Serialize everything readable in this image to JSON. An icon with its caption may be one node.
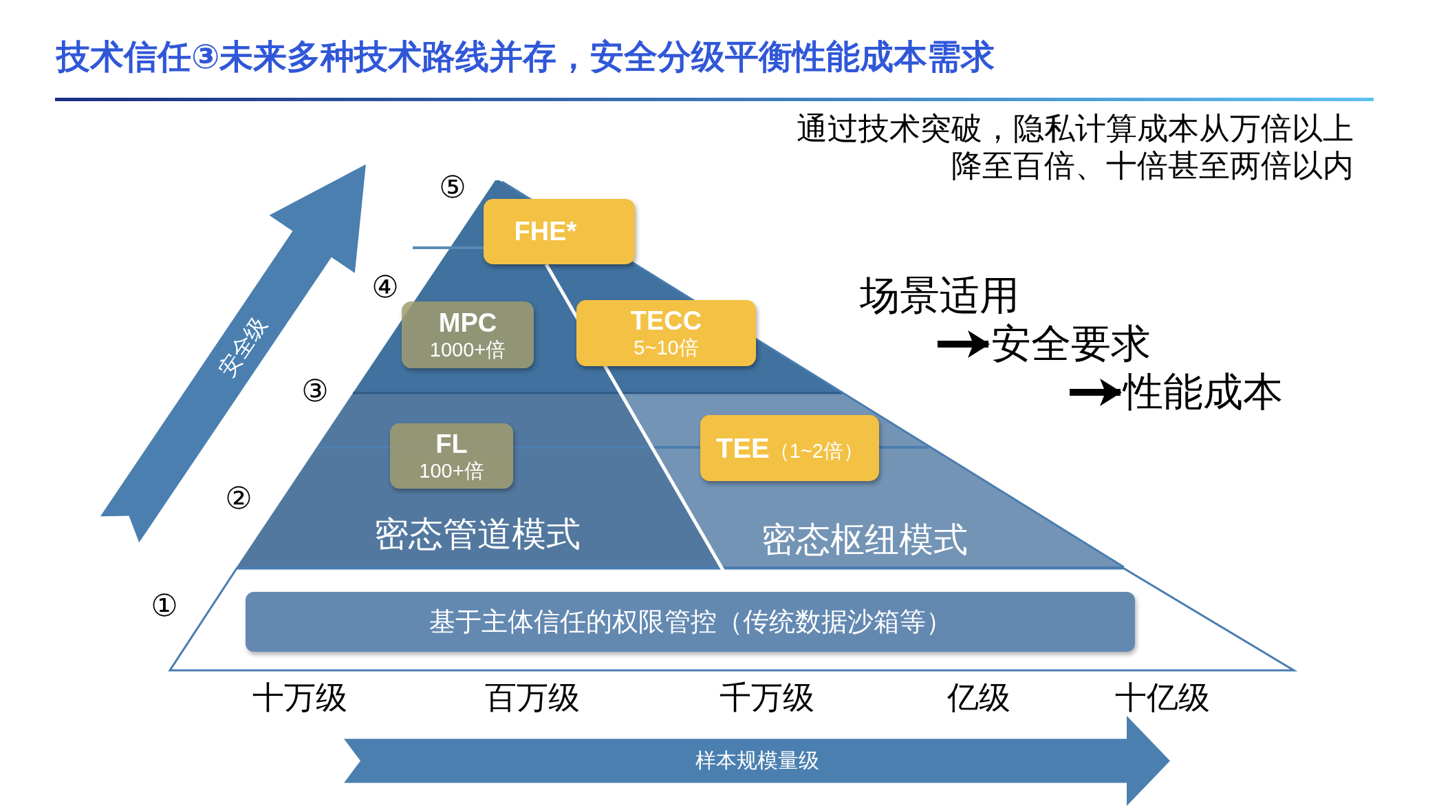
{
  "diagram": {
    "title": "技术信任③未来多种技术路线并存，安全分级平衡性能成本需求",
    "nodes": [
      {
        "text": [
          "FHE*"
        ]
      },
      {
        "text": [
          "MPC",
          "1000+倍"
        ]
      },
      {
        "text": [
          "TECC",
          "5~10倍"
        ]
      },
      {
        "text": [
          "FL",
          "100+倍"
        ]
      },
      {
        "text": [
          "**TEE**（1~2倍）"
        ]
      },
      {
        "text": [
          "基于主体信任的权限管控（传统数据沙箱等）"
        ]
      },
      {
        "text": [
          "安全级"
        ]
      },
      {
        "text": [
          "样本规模量级"
        ]
      },
      {
        "text": [
          "场景适用"
        ]
      },
      {
        "text": [
          "安全要求"
        ]
      },
      {
        "text": [
          "性能成本"
        ]
      }
    ],
    "edges": [
      {
        "from": 8,
        "to": 9,
        "arrow": "to"
      },
      {
        "from": 9,
        "to": 10,
        "arrow": "to"
      }
    ],
    "labels": [
      "通过技术突破，隐私计算成本从万倍以上降至百倍、十倍甚至两倍以内",
      "⑤",
      "④",
      "③",
      "②",
      "密态管道模式",
      "密态枢纽模式",
      "①",
      "十万级",
      "百万级",
      "千万级",
      "亿级",
      "十亿级"
    ]
  }
}
